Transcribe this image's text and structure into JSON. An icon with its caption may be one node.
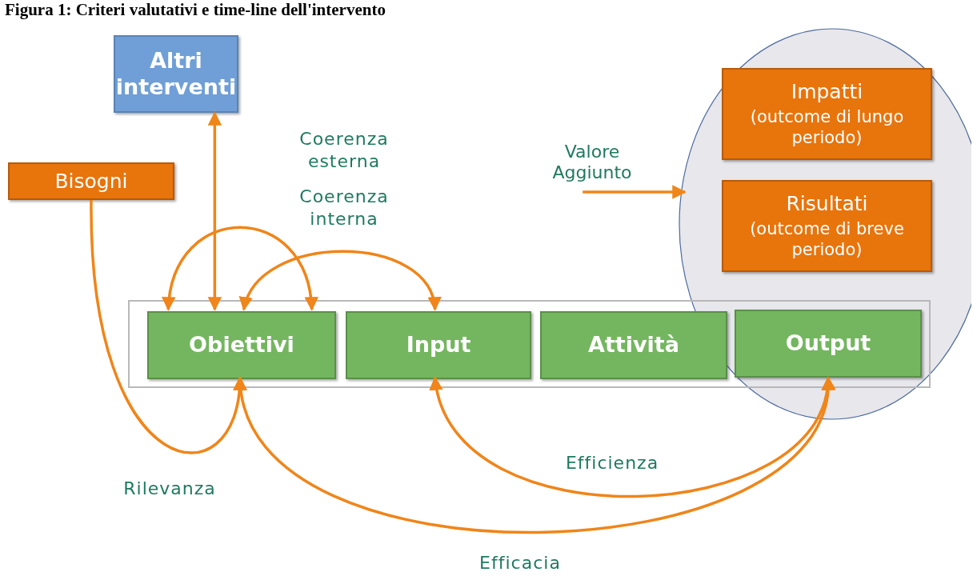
{
  "diagram": {
    "title": "Figura 1: Criteri valutativi e time-line dell'intervento",
    "nodes": [
      {
        "text": [
          "Altri interventi"
        ]
      },
      {
        "text": [
          "Bisogni"
        ]
      },
      {
        "text": [],
        "shape": "ellipse"
      },
      {
        "text": [
          "Impatti",
          "(outcome di lungo periodo)"
        ],
        "in": 2
      },
      {
        "text": [
          "Risultati",
          "(outcome di breve periodo)"
        ],
        "in": 2
      },
      {
        "text": [],
        "shape": "box"
      },
      {
        "text": [
          "Obiettivi"
        ],
        "in": 5
      },
      {
        "text": [
          "Input"
        ],
        "in": 5
      },
      {
        "text": [
          "Attività"
        ],
        "in": 5
      },
      {
        "text": [
          "Output"
        ]
      },
      {
        "text": [
          "Valore Aggiunto"
        ]
      }
    ],
    "edges": [
      {
        "from": 0,
        "to": 6,
        "arrow": "both",
        "label": "Coerenza esterna"
      },
      {
        "from": 6,
        "to": 6,
        "arrow": "both"
      },
      {
        "from": 6,
        "to": 7,
        "arrow": "both",
        "label": "Coerenza interna"
      },
      {
        "from": 1,
        "to": 6,
        "arrow": "to",
        "label": "Rilevanza"
      },
      {
        "from": 7,
        "to": 9,
        "arrow": "both",
        "label": "Efficienza"
      },
      {
        "from": 6,
        "to": 9,
        "arrow": "both",
        "label": "Efficacia"
      },
      {
        "from": 10,
        "to": 2,
        "arrow": "to"
      }
    ]
  }
}
